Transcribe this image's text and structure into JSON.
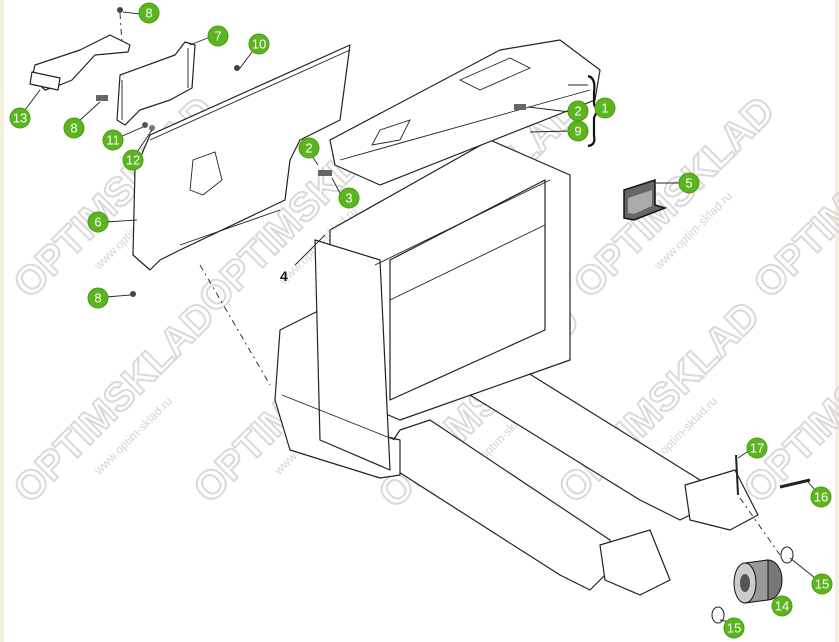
{
  "diagram": {
    "title": "Exploded parts diagram — pallet truck chassis and covers",
    "callouts": [
      {
        "id": "c8a",
        "label": "8"
      },
      {
        "id": "c7",
        "label": "7"
      },
      {
        "id": "c10",
        "label": "10"
      },
      {
        "id": "c13",
        "label": "13"
      },
      {
        "id": "c8b",
        "label": "8"
      },
      {
        "id": "c11",
        "label": "11"
      },
      {
        "id": "c12",
        "label": "12"
      },
      {
        "id": "c6",
        "label": "6"
      },
      {
        "id": "c8c",
        "label": "8"
      },
      {
        "id": "c2a",
        "label": "2"
      },
      {
        "id": "c3",
        "label": "3"
      },
      {
        "id": "c2b",
        "label": "2"
      },
      {
        "id": "c1",
        "label": "1"
      },
      {
        "id": "c9",
        "label": "9"
      },
      {
        "id": "c5",
        "label": "5"
      },
      {
        "id": "c17",
        "label": "17"
      },
      {
        "id": "c16",
        "label": "16"
      },
      {
        "id": "c15a",
        "label": "15"
      },
      {
        "id": "c14",
        "label": "14"
      },
      {
        "id": "c15b",
        "label": "15"
      }
    ],
    "plain_label": "4",
    "badge_color": "#5bb51e",
    "watermark": {
      "brand": "OPTIMSKLAD",
      "url": "www.optim-sklad.ru"
    }
  }
}
